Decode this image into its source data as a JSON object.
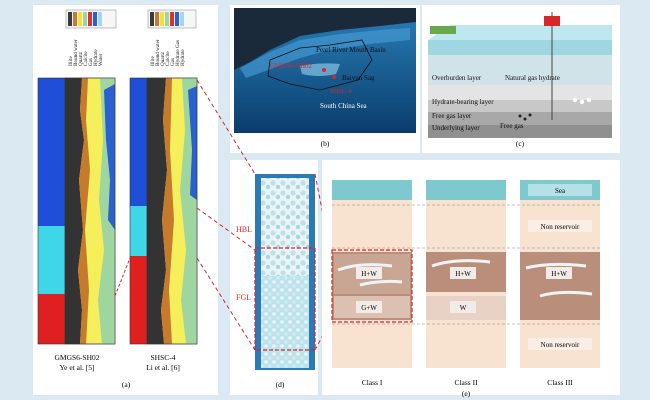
{
  "panel_labels": [
    "(a)",
    "(b)",
    "(c)",
    "(d)",
    "(e)"
  ],
  "panel_a": {
    "legend_items": [
      "Illite",
      "Bound water",
      "Quartz",
      "Calcite",
      "Gas",
      "Hydrate",
      "Water"
    ],
    "legend_items_2": [
      "Illite",
      "Bound water",
      "Quartz",
      "Calcite",
      "Gas",
      "Hydrate Gas",
      "Hydrate"
    ],
    "well_left": {
      "name": "GMGS6-SH02",
      "ref": "Ye et al. [5]"
    },
    "well_right": {
      "name": "SHSC-4",
      "ref": "Li et al. [6]"
    }
  },
  "panel_b": {
    "basin": "Pearl River Mouth Basin",
    "site1": "GMGS6-SH02",
    "site2": "SHSC-4",
    "sag": "Baiyun Sag",
    "sea": "South China Sea"
  },
  "panel_c": {
    "overburden": "Overburden layer",
    "hydrate_label": "Natural gas hydrate",
    "hydrate_layer": "Hydrate-bearing layer",
    "free_gas_layer": "Free gas layer",
    "underlying": "Underlying layer",
    "free_gas": "Free gas"
  },
  "panel_d": {
    "hbl": "HBL",
    "fgl": "FGL"
  },
  "panel_e": {
    "class1": "Class I",
    "class2": "Class II",
    "class3": "Class III",
    "hw": "H+W",
    "gw": "G+W",
    "w": "W",
    "sea": "Sea",
    "non_reservoir": "Non reservoir"
  },
  "colors": {
    "accent_red": "#d62828",
    "sea_teal": "#7ec8d0",
    "sand": "#f8e2d0",
    "reservoir_brown": "#b98e7a"
  }
}
